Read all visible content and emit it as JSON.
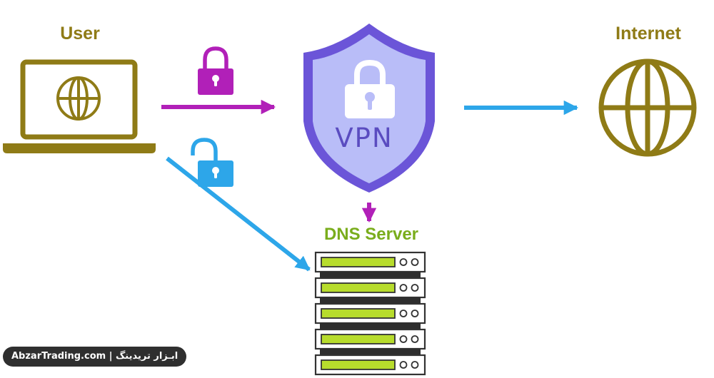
{
  "labels": {
    "user": "User",
    "internet": "Internet",
    "vpn": "VPN",
    "dns_server": "DNS Server"
  },
  "watermark": {
    "text": "AbzarTrading.com | ابـزار تریدینگ"
  },
  "colors": {
    "olive": "#8f7b16",
    "magenta": "#b120b8",
    "blue": "#2da6e9",
    "shield_outer": "#6b55d8",
    "shield_inner": "#b9bdf8",
    "lime": "#b7dc2c",
    "dns_label": "#7aad1c"
  },
  "icons": {
    "user": "laptop-globe-icon",
    "internet": "globe-icon",
    "vpn": "shield-lock-icon",
    "dns": "server-rack-icon",
    "secure": "locked-padlock-icon",
    "insecure": "unlocked-padlock-icon"
  },
  "server": {
    "unit_count": 5
  }
}
